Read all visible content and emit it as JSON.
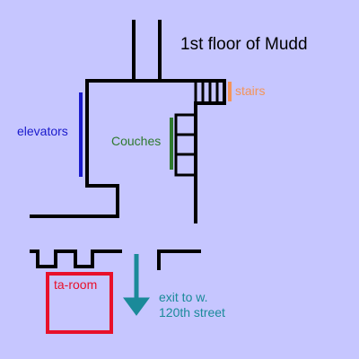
{
  "map": {
    "title": "1st floor of Mudd",
    "labels": {
      "stairs": "stairs",
      "elevators": "elevators",
      "couches": "Couches",
      "ta_room": "ta-room",
      "exit": "exit to w.\n120th street"
    }
  },
  "colors": {
    "background": "#c6c6ff",
    "wall": "#000000",
    "stairs": "#f4945a",
    "elevators": "#1a1acc",
    "couches": "#2f7a2f",
    "ta_room": "#e8102a",
    "exit": "#1a8a99"
  }
}
